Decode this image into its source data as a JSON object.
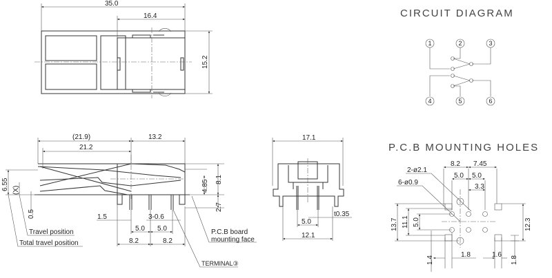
{
  "top_view": {
    "dim_length": "35.0",
    "dim_body": "16.4",
    "dim_width": "15.2"
  },
  "side_view": {
    "dim_lever_total": "(21.9)",
    "dim_lever": "21.2",
    "dim_body": "13.2",
    "dim_height_total": "6.55",
    "dim_x": "(X)",
    "dim_travel": "0.5",
    "dim_pivot": "4.85",
    "dim_height": "8.1",
    "dim_pin_len": "2.7",
    "dim_post": "1.5",
    "dim_pin_width": "3-0.6",
    "dim_pitch_a": "5.0",
    "dim_pitch_b": "5.0",
    "dim_half_a": "8.2",
    "dim_half_b": "8.2",
    "label_travel": "Travel position",
    "label_total_travel": "Total travel position",
    "label_pcb_line1": "P.C.B board",
    "label_pcb_line2": "mounting face",
    "label_terminal": "TERMINAL③"
  },
  "front_view": {
    "dim_width": "17.1",
    "dim_pitch": "5.0",
    "dim_thickness": "t0.35",
    "dim_base": "12.1"
  },
  "circuit": {
    "title": "CIRCUIT DIAGRAM",
    "terminals": [
      "1",
      "2",
      "3",
      "4",
      "5",
      "6"
    ]
  },
  "pcb": {
    "title": "P.C.B MOUNTING HOLES",
    "dim_a": "8.2",
    "dim_b": "7.45",
    "hole_large": "2-ø2.1",
    "hole_small": "6-ø0.9",
    "dim_pitch_a": "5.0",
    "dim_pitch_b": "5.0",
    "dim_c": "3.3",
    "dim_h1": "13.7",
    "dim_h2": "11.1",
    "dim_h3": "5.0",
    "dim_h4": "12.3",
    "dim_w1": "1.4",
    "dim_w2": "1.8",
    "dim_w3": "1.6",
    "dim_w4": "1.8"
  }
}
